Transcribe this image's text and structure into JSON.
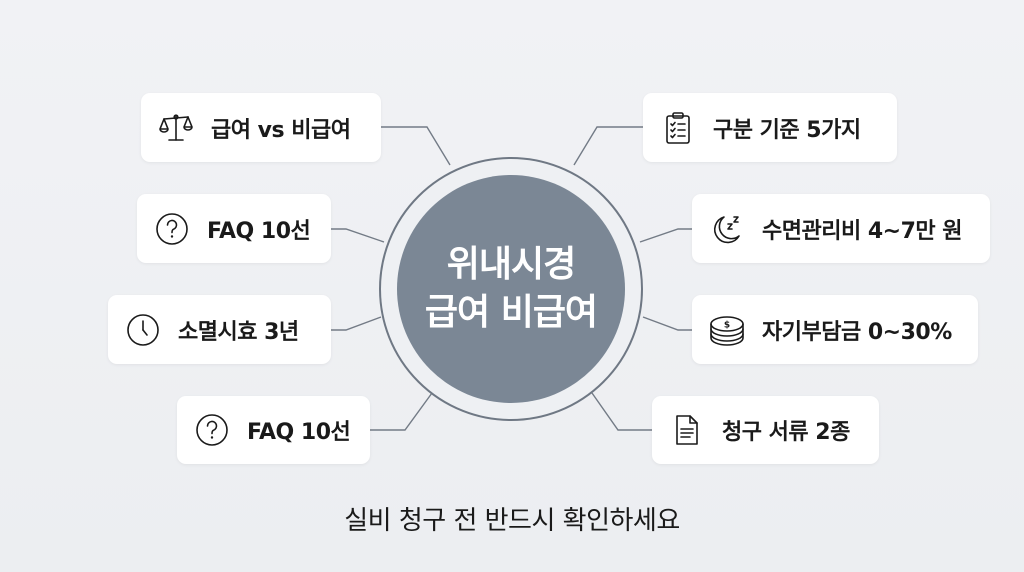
{
  "hub": {
    "line1": "위내시경",
    "line2": "급여 비급여",
    "color": "#7b8795"
  },
  "cards": [
    {
      "id": "left-1",
      "icon": "scale-icon",
      "label": "급여 vs 비급여"
    },
    {
      "id": "left-2",
      "icon": "question-icon",
      "label": "FAQ 10선"
    },
    {
      "id": "left-3",
      "icon": "clock-icon",
      "label": "소멸시효 3년"
    },
    {
      "id": "left-4",
      "icon": "question-icon",
      "label": "FAQ 10선"
    },
    {
      "id": "right-1",
      "icon": "clipboard-checklist-icon",
      "label": "구분 기준 5가지"
    },
    {
      "id": "right-2",
      "icon": "moon-sleep-icon",
      "label": "수면관리비 4~7만 원"
    },
    {
      "id": "right-3",
      "icon": "coins-dollar-icon",
      "label": "자기부담금 0~30%"
    },
    {
      "id": "right-4",
      "icon": "document-icon",
      "label": "청구 서류 2종"
    }
  ],
  "footer": {
    "text": "실비 청구 전 반드시 확인하세요"
  },
  "colors": {
    "background": "#eef0f3",
    "hub_fill": "#7b8795",
    "ring_stroke": "#6f7884",
    "connector": "#6f7884",
    "card_bg": "#ffffff",
    "text": "#1a1a1a"
  }
}
